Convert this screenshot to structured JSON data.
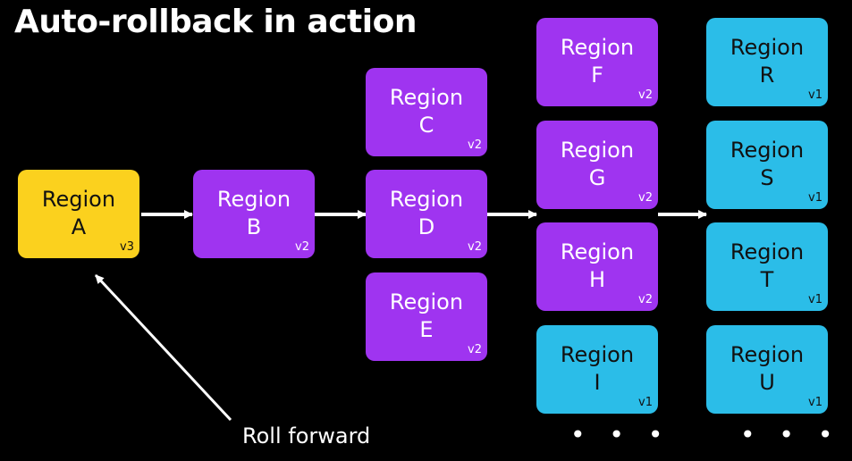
{
  "title": "Auto-rollback in action",
  "caption": "Roll forward",
  "ellipsis": "• • •",
  "colors": {
    "wave1": "#fbd11e",
    "deployed": "#9f34f0",
    "not_deployed": "#2bbde8",
    "background": "#000000"
  },
  "regions": {
    "A": {
      "label": "Region",
      "letter": "A",
      "version": "v3"
    },
    "B": {
      "label": "Region",
      "letter": "B",
      "version": "v2"
    },
    "C": {
      "label": "Region",
      "letter": "C",
      "version": "v2"
    },
    "D": {
      "label": "Region",
      "letter": "D",
      "version": "v2"
    },
    "E": {
      "label": "Region",
      "letter": "E",
      "version": "v2"
    },
    "F": {
      "label": "Region",
      "letter": "F",
      "version": "v2"
    },
    "G": {
      "label": "Region",
      "letter": "G",
      "version": "v2"
    },
    "H": {
      "label": "Region",
      "letter": "H",
      "version": "v2"
    },
    "I": {
      "label": "Region",
      "letter": "I",
      "version": "v1"
    },
    "R": {
      "label": "Region",
      "letter": "R",
      "version": "v1"
    },
    "S": {
      "label": "Region",
      "letter": "S",
      "version": "v1"
    },
    "T": {
      "label": "Region",
      "letter": "T",
      "version": "v1"
    },
    "U": {
      "label": "Region",
      "letter": "U",
      "version": "v1"
    }
  }
}
